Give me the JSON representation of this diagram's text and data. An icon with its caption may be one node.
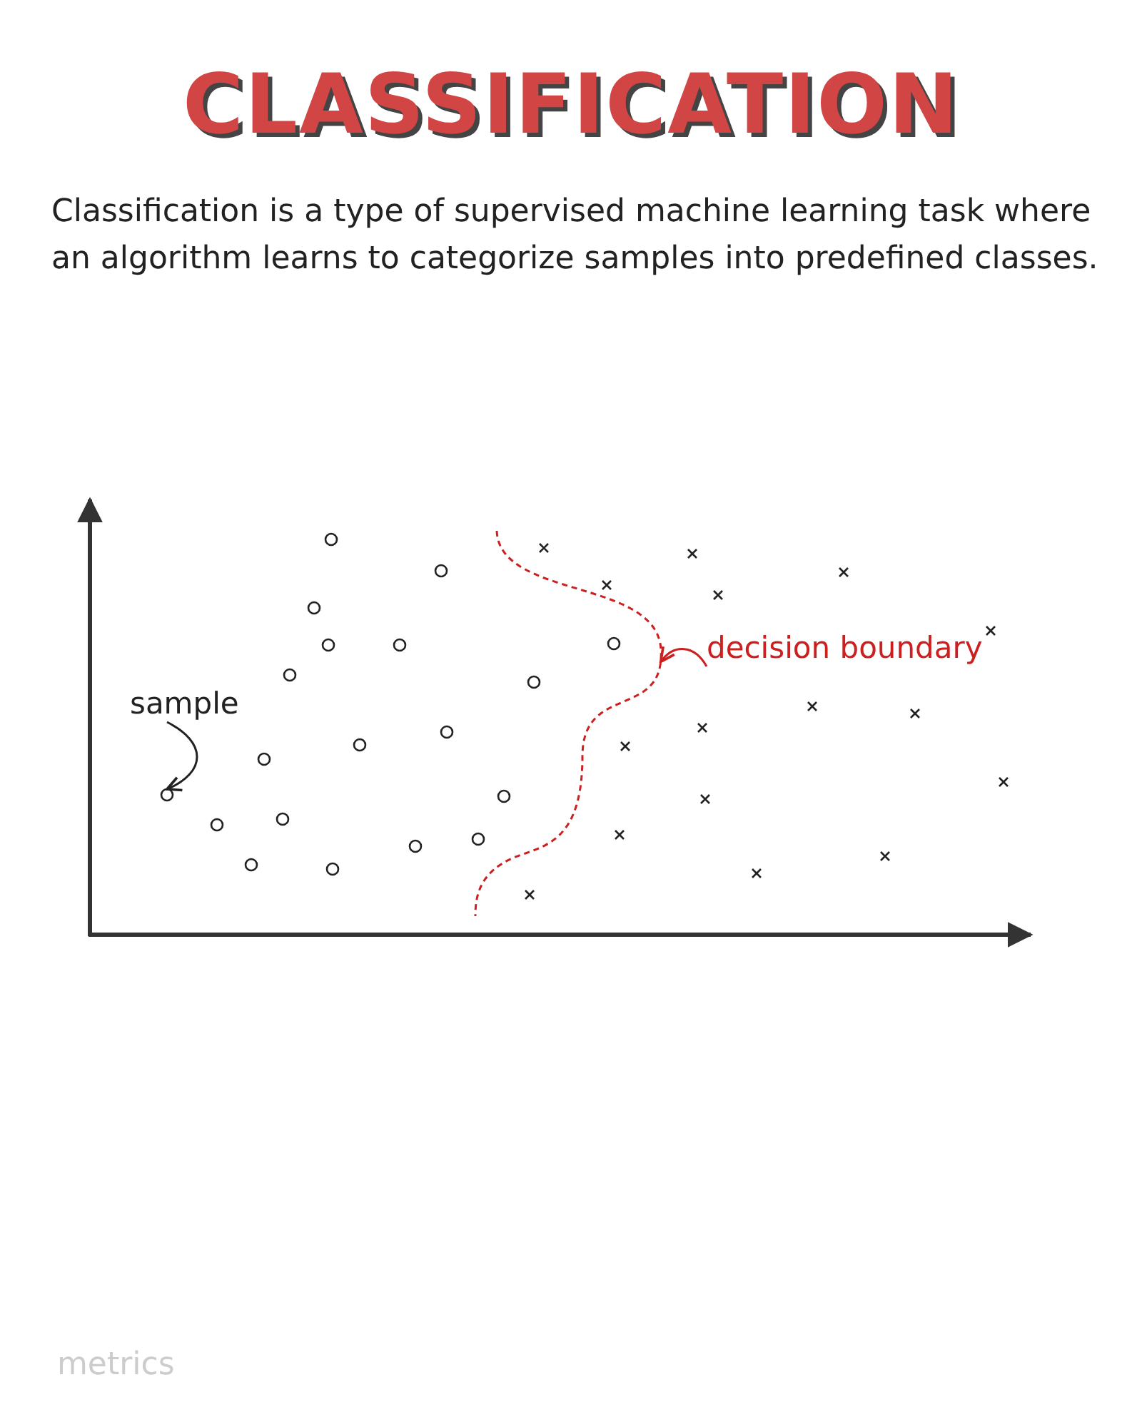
{
  "diagram": {
    "title": "CLASSIFICATION",
    "nodes": [
      {
        "text": [
          "sample"
        ]
      },
      {
        "text": [],
        "shape": "circle"
      },
      {
        "text": [
          "decision boundary"
        ]
      },
      {
        "text": [],
        "shape": "curve"
      }
    ],
    "edges": [
      {
        "from": 0,
        "to": 1,
        "arrow": "to"
      },
      {
        "from": 2,
        "to": 3,
        "arrow": "to",
        "color": "#cc1f1f"
      }
    ],
    "labels": [
      "Classification is a type of supervised machine learning task where an algorithm learns to categorize samples into predefined classes.",
      "metrics"
    ]
  }
}
